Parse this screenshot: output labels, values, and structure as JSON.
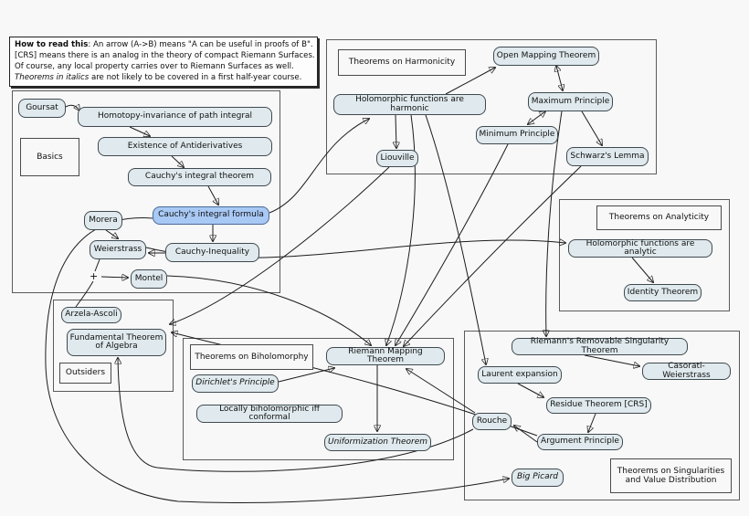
{
  "legend": {
    "title": "How to read this",
    "line1_rest": ": An arrow (A->B) means \"A can be useful in proofs of B\".",
    "line2": "[CRS] means there is an analog in the theory of compact Riemann Surfaces.",
    "line3": "Of course, any local property carries over to Riemann Surfaces as well.",
    "line4_italic": "Theorems in italics",
    "line4_rest": " are not likely to be covered in a first half-year course."
  },
  "sections": {
    "basics": "Basics",
    "harmonicity": "Theorems on Harmonicity",
    "analyticity": "Theorems on Analyticity",
    "outsiders": "Outsiders",
    "biholomorphy": "Theorems on Biholomorphy",
    "singularities": "Theorems on Singularities and Value Distribution"
  },
  "nodes": {
    "goursat": "Goursat",
    "homotopy": "Homotopy-invariance of path integral",
    "existence": "Existence of Antiderivatives",
    "cauchy_integral_theorem": "Cauchy's integral theorem",
    "cauchy_integral_formula": "Cauchy's integral formula",
    "morera": "Morera",
    "weierstrass": "Weierstrass",
    "cauchy_inequality": "Cauchy-Inequality",
    "montel": "Montel",
    "open_mapping": "Open Mapping Theorem",
    "harmonic": "Holomorphic functions are harmonic",
    "maximum": "Maximum Principle",
    "minimum": "Minimum Principle",
    "liouville": "Liouville",
    "schwarz": "Schwarz's Lemma",
    "analytic": "Holomorphic functions are analytic",
    "identity": "Identity Theorem",
    "arzela": "Arzela-Ascoli",
    "fta": "Fundamental Theorem of Algebra",
    "rmt": "Riemann Mapping Theorem",
    "dirichlet": "Dirichlet's Principle",
    "locally": "Locally biholomorphic iff conformal",
    "uniformization": "Uniformization Theorem",
    "removable": "Riemann's Removable Singularity Theorem",
    "casorati": "Casorati-Weierstrass",
    "laurent": "Laurent expansion",
    "residue": "Residue Theorem [CRS]",
    "rouche": "Rouche",
    "argument": "Argument Principle",
    "big_picard": "Big Picard"
  },
  "operators": {
    "plus": "+"
  },
  "colors": {
    "highlight_node": "#a9c9f5",
    "node_fill": "#e0eaee",
    "background": "#f8f8f8"
  }
}
